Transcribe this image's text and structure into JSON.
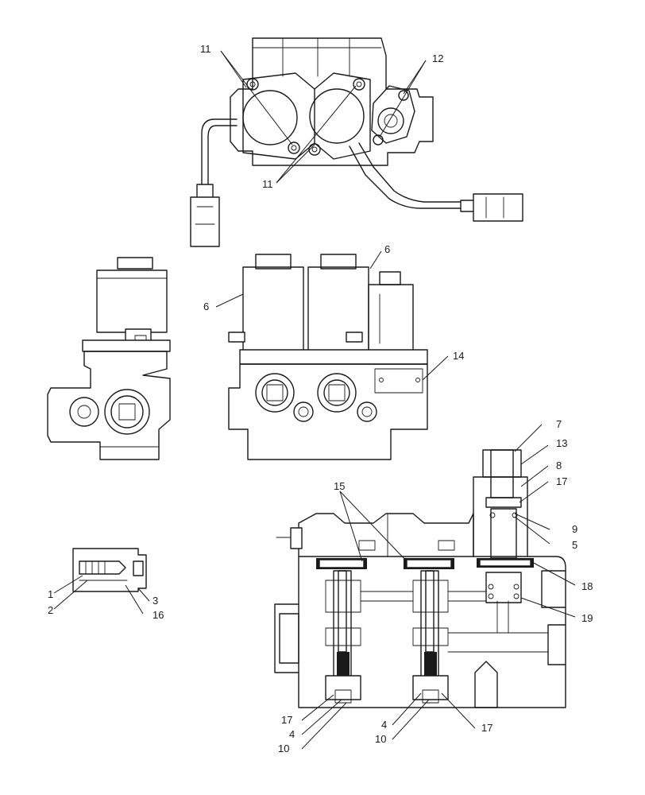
{
  "callouts": {
    "c11a": "11",
    "c11b": "11",
    "c12": "12",
    "c6a": "6",
    "c6b": "6",
    "c14": "14",
    "c7": "7",
    "c13": "13",
    "c8": "8",
    "c17a": "17",
    "c15": "15",
    "c9": "9",
    "c5": "5",
    "c18": "18",
    "c19": "19",
    "c1": "1",
    "c2": "2",
    "c3": "3",
    "c16": "16",
    "c17b": "17",
    "c4a": "4",
    "c10a": "10",
    "c4b": "4",
    "c10b": "10",
    "c17c": "17"
  }
}
